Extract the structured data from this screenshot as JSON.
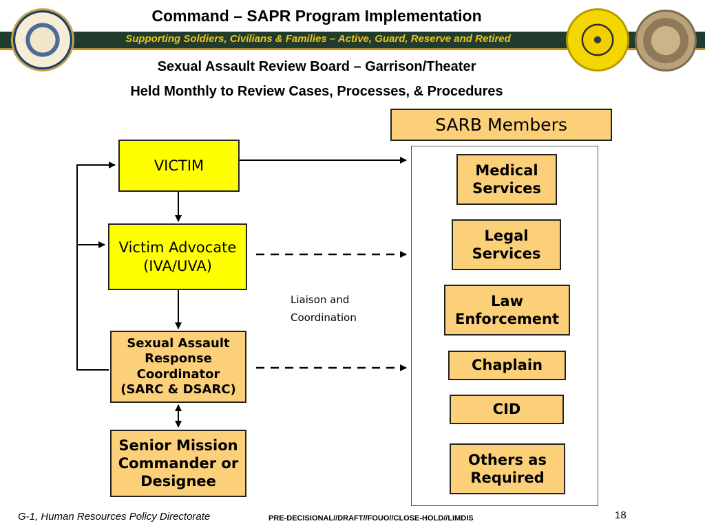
{
  "header": {
    "title": "Command – SAPR Program Implementation",
    "banner": "Supporting Soldiers, Civilians & Families – Active, Guard, Reserve and Retired",
    "subtitle_1": "Sexual Assault Review Board – Garrison/Theater",
    "subtitle_2": "Held Monthly to Review Cases, Processes, & Procedures"
  },
  "flow": {
    "victim": "VICTIM",
    "advocate": "Victim Advocate\n(IVA/UVA)",
    "sarc": "Sexual Assault\nResponse\nCoordinator\n(SARC & DSARC)",
    "commander": "Senior Mission\nCommander or\nDesignee",
    "liaison": "Liaison and\nCoordination"
  },
  "members": {
    "header": "SARB Members",
    "items": [
      "Medical\nServices",
      "Legal\nServices",
      "Law\nEnforcement",
      "Chaplain",
      "CID",
      "Others as\nRequired"
    ]
  },
  "footer": {
    "left": "G-1, Human Resources Policy Directorate",
    "classification": "PRE-DECISIONAL//DRAFT//FOUO//CLOSE-HOLD//LIMDIS",
    "page_number": "18"
  },
  "colors": {
    "banner_bg": "#1f3c2e",
    "banner_text": "#f0c418",
    "victim_fill": "#ffff00",
    "member_fill": "#fcd078"
  },
  "icons": {
    "left_seal": "department-of-the-army-seal-icon",
    "middle_seal": "deputy-chief-of-staff-g1-seal-icon",
    "right_seal": "great-seal-icon"
  }
}
